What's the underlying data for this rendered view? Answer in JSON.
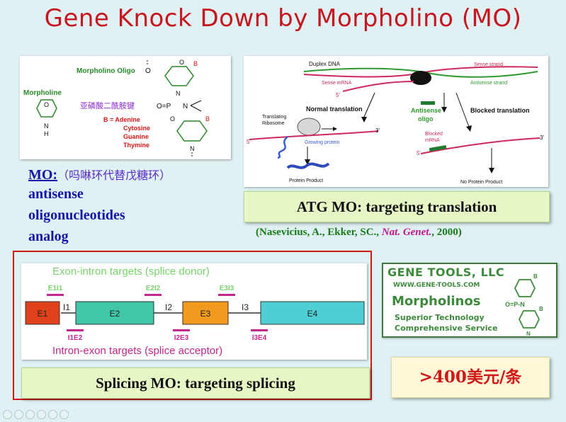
{
  "title": "Gene Knock Down by Morpholino (MO)",
  "structure": {
    "morpholine_label": "Morpholine",
    "morpholino_oligo_label": "Morpholino Oligo",
    "linkage_cn": "亚磷酸二酰胺键",
    "bases": [
      "B = Adenine",
      "Cytosine",
      "Guanine",
      "Thymine"
    ]
  },
  "mo_desc": {
    "mo": "MO:",
    "cn": "（吗啉环代替戊糖环）",
    "line1": "antisense",
    "line2": "oligonucleotides",
    "line3": "analog"
  },
  "translation_diagram": {
    "duplex_dna": "Duplex DNA",
    "sense_strand": "Sense strand",
    "sense_mrna": "Sense mRNA",
    "antisense_strand": "Antisense strand",
    "five_prime": "5'",
    "three_prime": "3'",
    "normal_translation": "Normal translation",
    "antisense_oligo_1": "Antisense",
    "antisense_oligo_2": "oligo",
    "blocked_translation": "Blocked translation",
    "translating_ribosome_1": "Translating",
    "translating_ribosome_2": "Ribosome",
    "growing_protein": "Growing protein",
    "blocked_mrna_1": "Blocked",
    "blocked_mrna_2": "mRNA",
    "protein_product": "Protein Product",
    "no_protein_product": "No Protein Product"
  },
  "atg_label": "ATG MO: targeting translation",
  "citation": {
    "authors": "(Nasevicius, A., Ekker, SC., ",
    "journal": "Nat. Genet.",
    "year": ", 2000)"
  },
  "splicing_diagram": {
    "donor_title": "Exon-intron targets (splice donor)",
    "acceptor_title": "Intron-exon targets (splice acceptor)",
    "exons": [
      "E1",
      "E2",
      "E3",
      "E4"
    ],
    "introns": [
      "I1",
      "I2",
      "I3"
    ],
    "donor_targets": [
      "E1I1",
      "E2I2",
      "E3I3"
    ],
    "acceptor_targets": [
      "I1E2",
      "I2E3",
      "I3E4"
    ],
    "colors": {
      "E1": "#e0401a",
      "E2": "#3fc7a8",
      "E3": "#f29a1e",
      "E4": "#4fcfd3",
      "target": "#c2278f",
      "donor_text": "#79d36c"
    }
  },
  "splicing_label": "Splicing MO: targeting splicing",
  "gene_tools": {
    "name": "GENE TOOLS, LLC",
    "url": "WWW.GENE-TOOLS.COM",
    "product": "Morpholinos",
    "tag1": "Superior Technology",
    "tag2": "Comprehensive Service"
  },
  "price": ">400美元/条"
}
